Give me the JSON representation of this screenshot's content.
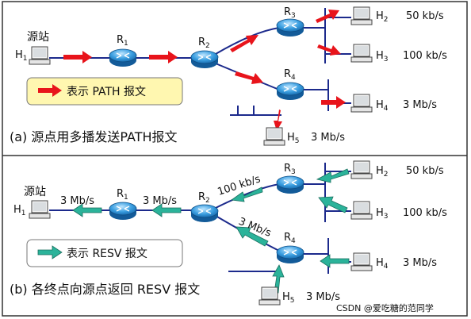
{
  "panel_a": {
    "caption": "(a) 源点用多播发送PATH报文",
    "legend": "表示 PATH 报文",
    "source_label": "源站",
    "hosts": {
      "h1": "H",
      "h2": "H",
      "h3": "H",
      "h4": "H",
      "h5": "H"
    },
    "host_subs": {
      "h1": "1",
      "h2": "2",
      "h3": "3",
      "h4": "4",
      "h5": "5"
    },
    "routers": {
      "r1": "R",
      "r2": "R",
      "r3": "R",
      "r4": "R"
    },
    "router_subs": {
      "r1": "1",
      "r2": "2",
      "r3": "3",
      "r4": "4"
    },
    "rates": {
      "h2": "50 kb/s",
      "h3": "100 kb/s",
      "h4": "3 Mb/s",
      "h5": "3 Mb/s"
    }
  },
  "panel_b": {
    "caption": "(b) 各终点向源点返回 RESV 报文",
    "legend": "表示 RESV 报文",
    "source_label": "源站",
    "hosts": {
      "h1": "H",
      "h2": "H",
      "h3": "H",
      "h4": "H",
      "h5": "H"
    },
    "host_subs": {
      "h1": "1",
      "h2": "2",
      "h3": "3",
      "h4": "4",
      "h5": "5"
    },
    "routers": {
      "r1": "R",
      "r2": "R",
      "r3": "R",
      "r4": "R"
    },
    "router_subs": {
      "r1": "1",
      "r2": "2",
      "r3": "3",
      "r4": "4"
    },
    "rates": {
      "h2": "50 kb/s",
      "h3": "100 kb/s",
      "h4": "3 Mb/s",
      "h5": "3 Mb/s",
      "h1_r1": "3 Mb/s",
      "r1_r2": "3 Mb/s",
      "r2_r3": "100 kb/s",
      "r2_r4": "3 Mb/s"
    }
  },
  "watermark": "CSDN @爱吃糖的范同学",
  "colors": {
    "path_arrow": "#e8141b",
    "resv_arrow": "#2bb39a",
    "router": "#2a8bd0",
    "link": "#1c2a8c",
    "legend_bg": "#fff7b0"
  }
}
